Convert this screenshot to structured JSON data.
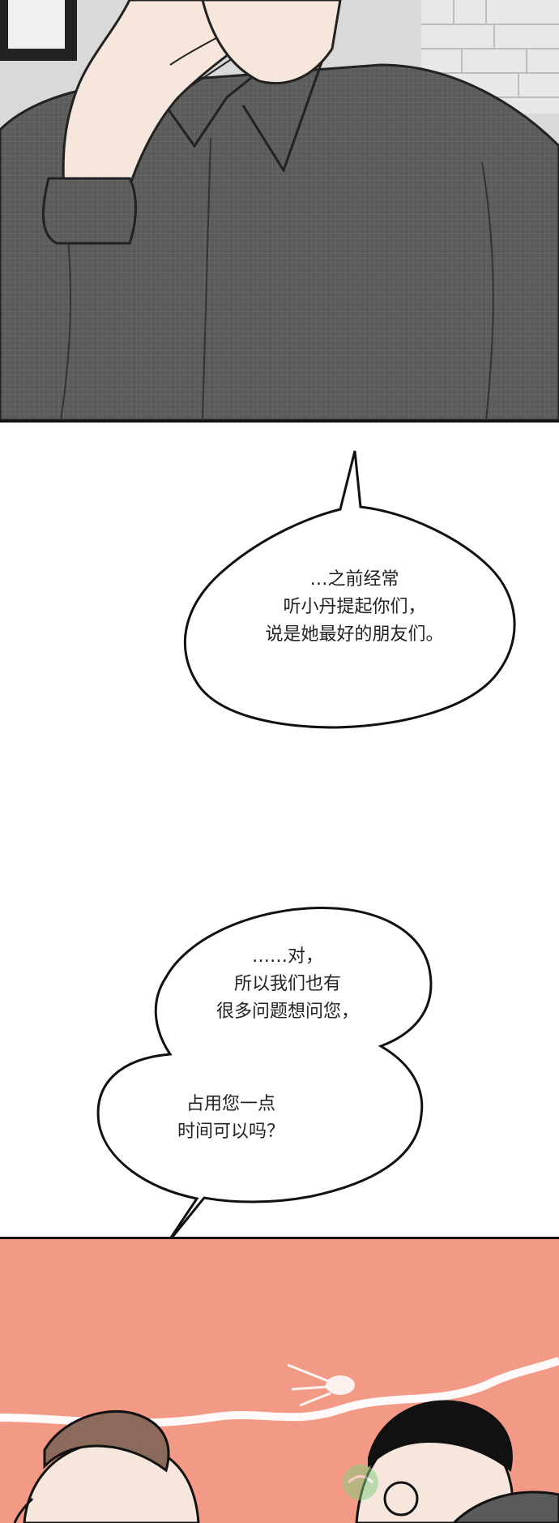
{
  "colors": {
    "panel_top_bg": "#d9d9d9",
    "shirt": "#5a5a5a",
    "panel_bottom_bg": "#f39a86",
    "bubble_fill": "#ffffff",
    "bubble_stroke": "#111111",
    "text": "#222222"
  },
  "bubbles": [
    {
      "lines": [
        "…之前经常",
        "听小丹提起你们，",
        "说是她最好的朋友们。"
      ]
    },
    {
      "lines": [
        "……对，",
        "所以我们也有",
        "很多问题想问您，",
        "占用您一点",
        "时间可以吗？"
      ]
    }
  ]
}
